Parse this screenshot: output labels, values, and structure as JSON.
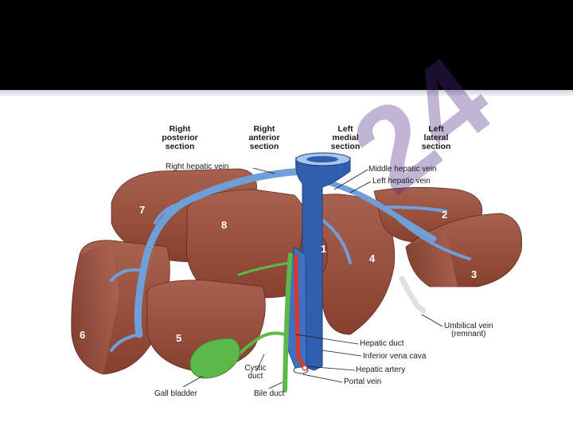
{
  "section_headers": [
    {
      "id": "right-posterior",
      "line1": "Right",
      "line2": "posterior",
      "line3": "section"
    },
    {
      "id": "right-anterior",
      "line1": "Right",
      "line2": "anterior",
      "line3": "section"
    },
    {
      "id": "left-medial",
      "line1": "Left",
      "line2": "medial",
      "line3": "section"
    },
    {
      "id": "left-lateral",
      "line1": "Left",
      "line2": "lateral",
      "line3": "section"
    }
  ],
  "labels": {
    "right_hepatic_vein": "Right hepatic vein",
    "middle_hepatic_vein": "Middle hepatic vein",
    "left_hepatic_vein": "Left hepatic vein",
    "umbilical_vein_line1": "Umbilical vein",
    "umbilical_vein_line2": "(remnant)",
    "hepatic_duct": "Hepatic duct",
    "inferior_vena_cava": "Inferior vena cava",
    "hepatic_artery": "Hepatic artery",
    "portal_vein": "Portal vein",
    "cystic_duct_line1": "Cystic",
    "cystic_duct_line2": "duct",
    "bile_duct": "Bile duct",
    "gall_bladder": "Gall bladder"
  },
  "segments": [
    "1",
    "2",
    "3",
    "4",
    "5",
    "6",
    "7",
    "8"
  ],
  "watermark": "24",
  "colors": {
    "liver": "#9e5546",
    "liver_dark": "#6e3529",
    "hepatic_vein": "#6f9fd8",
    "ivc": "#2f5fae",
    "bile": "#5db84a",
    "artery": "#d9382a",
    "watermark": "#4b2c86"
  }
}
